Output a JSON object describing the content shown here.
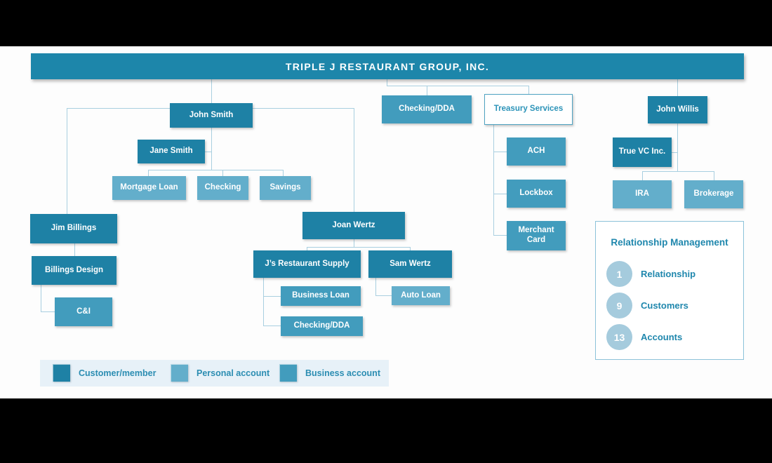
{
  "banner": {
    "title": "TRIPLE J RESTAURANT GROUP, INC."
  },
  "diagram_type": "relationship-org-chart",
  "nodes": [
    {
      "label": "John Smith",
      "type": "customer"
    },
    {
      "label": "Jane Smith",
      "type": "customer"
    },
    {
      "label": "Mortgage Loan",
      "type": "personal"
    },
    {
      "label": "Checking",
      "type": "personal"
    },
    {
      "label": "Savings",
      "type": "personal"
    },
    {
      "label": "Jim Billings",
      "type": "customer"
    },
    {
      "label": "Billings Design",
      "type": "customer"
    },
    {
      "label": "C&I",
      "type": "business"
    },
    {
      "label": "Joan Wertz",
      "type": "customer"
    },
    {
      "label": "J’s Restaurant Supply",
      "type": "customer"
    },
    {
      "label": "Sam Wertz",
      "type": "customer"
    },
    {
      "label": "Business Loan",
      "type": "business"
    },
    {
      "label": "Checking/DDA",
      "type": "business"
    },
    {
      "label": "Auto Loan",
      "type": "personal"
    },
    {
      "label": "Checking/DDA",
      "type": "business"
    },
    {
      "label": "Treasury Services",
      "type": "treasury"
    },
    {
      "label": "ACH",
      "type": "business"
    },
    {
      "label": "Lockbox",
      "type": "business"
    },
    {
      "label": "Merchant Card",
      "type": "business"
    },
    {
      "label": "John Willis",
      "type": "customer"
    },
    {
      "label": "True VC Inc.",
      "type": "customer"
    },
    {
      "label": "IRA",
      "type": "personal"
    },
    {
      "label": "Brokerage",
      "type": "personal"
    }
  ],
  "panel": {
    "title": "Relationship Management",
    "stats": [
      {
        "value": "1",
        "label": "Relationship"
      },
      {
        "value": "9",
        "label": "Customers"
      },
      {
        "value": "13",
        "label": "Accounts"
      }
    ]
  },
  "legend": {
    "items": [
      {
        "label": "Customer/member",
        "type": "customer"
      },
      {
        "label": "Personal account",
        "type": "personal"
      },
      {
        "label": "Business account",
        "type": "business"
      }
    ]
  },
  "colors": {
    "banner": "#1d86aa",
    "customer": "#1e81a5",
    "personal": "#63aecb",
    "business": "#429cbd",
    "treasury_border": "#4fa3c2",
    "connector": "#a9cfe0",
    "accent_text": "#1f87ad",
    "legend_bg": "#e7f1f8",
    "stat_circle": "#a5cbdd"
  }
}
